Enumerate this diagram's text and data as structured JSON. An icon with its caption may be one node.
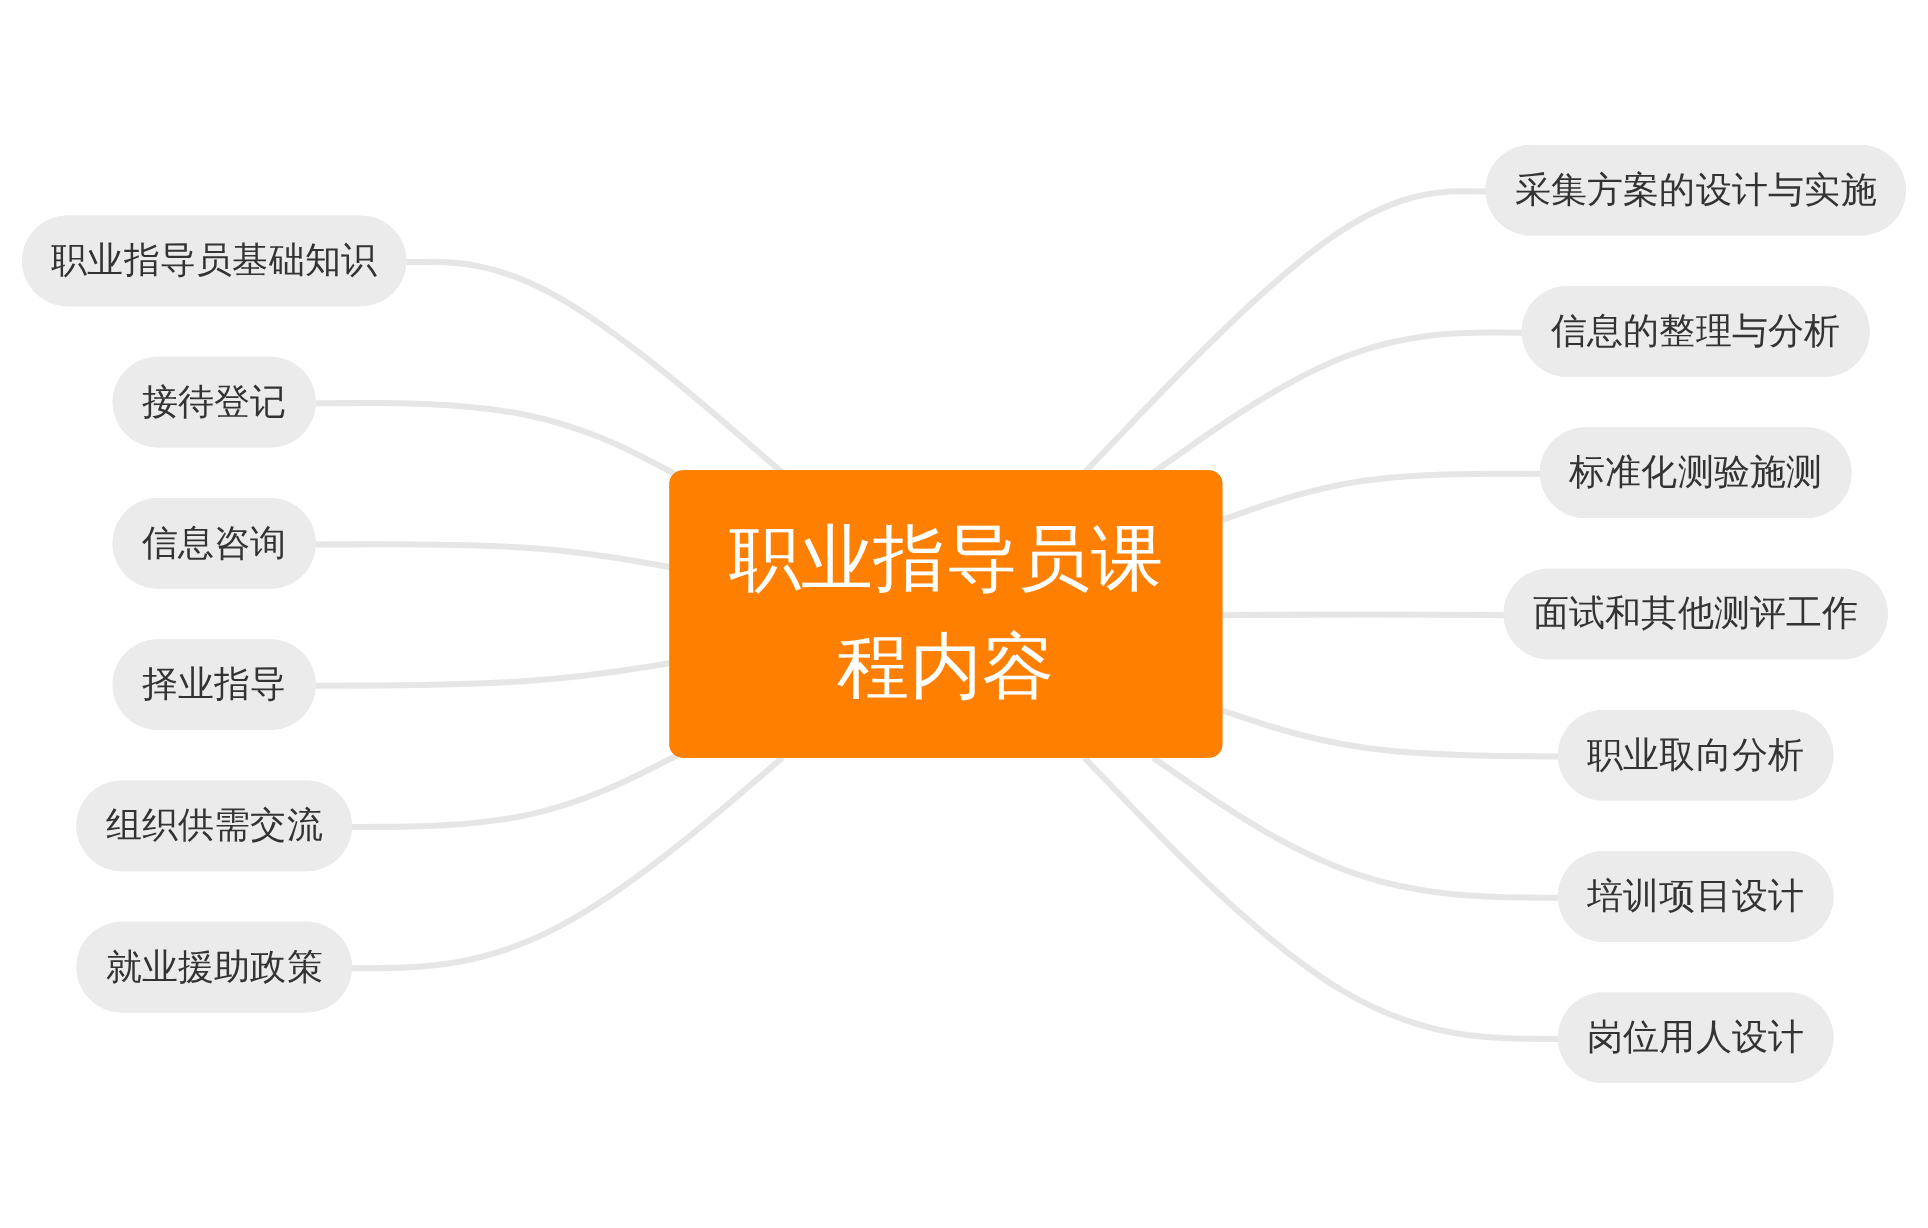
{
  "diagram": {
    "nodes": [
      {
        "text": [
          "职业指导员课程内容"
        ]
      },
      {
        "text": [
          "职业指导员基础知识"
        ]
      },
      {
        "text": [
          "接待登记"
        ]
      },
      {
        "text": [
          "信息咨询"
        ]
      },
      {
        "text": [
          "择业指导"
        ]
      },
      {
        "text": [
          "组织供需交流"
        ]
      },
      {
        "text": [
          "就业援助政策"
        ]
      },
      {
        "text": [
          "采集方案的设计与实施"
        ]
      },
      {
        "text": [
          "信息的整理与分析"
        ]
      },
      {
        "text": [
          "标准化测验施测"
        ]
      },
      {
        "text": [
          "面试和其他测评工作"
        ]
      },
      {
        "text": [
          "职业取向分析"
        ]
      },
      {
        "text": [
          "培训项目设计"
        ]
      },
      {
        "text": [
          "岗位用人设计"
        ]
      }
    ],
    "edges": [
      {
        "from": 1,
        "to": 0,
        "arrow": "none"
      },
      {
        "from": 2,
        "to": 0,
        "arrow": "none"
      },
      {
        "from": 3,
        "to": 0,
        "arrow": "none"
      },
      {
        "from": 4,
        "to": 0,
        "arrow": "none"
      },
      {
        "from": 5,
        "to": 0,
        "arrow": "none"
      },
      {
        "from": 6,
        "to": 0,
        "arrow": "none"
      },
      {
        "from": 0,
        "to": 7,
        "arrow": "none"
      },
      {
        "from": 0,
        "to": 8,
        "arrow": "none"
      },
      {
        "from": 0,
        "to": 9,
        "arrow": "none"
      },
      {
        "from": 0,
        "to": 10,
        "arrow": "none"
      },
      {
        "from": 0,
        "to": 11,
        "arrow": "none"
      },
      {
        "from": 0,
        "to": 12,
        "arrow": "none"
      },
      {
        "from": 0,
        "to": 13,
        "arrow": "none"
      }
    ]
  }
}
